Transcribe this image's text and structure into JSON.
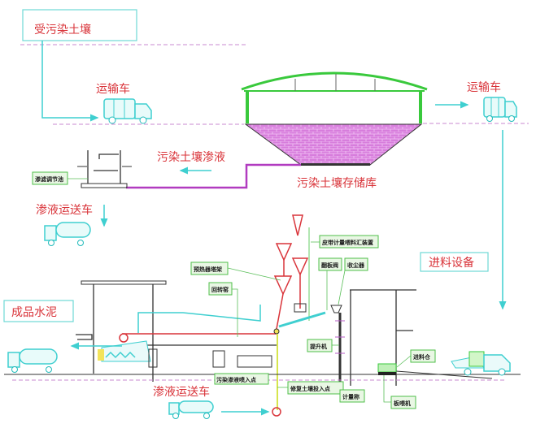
{
  "diagram": {
    "title": "污染土壤水泥窑协同处置工艺流程",
    "labels": {
      "contaminated_soil": "受污染土壤",
      "transport_truck_left": "运输车",
      "transport_truck_right": "运输车",
      "leachate": "污染土壤渗液",
      "storage": "污染土壤存储库",
      "leachate_truck_top": "渗液运送车",
      "leachate_truck_bottom": "渗液运送车",
      "feeding_equipment": "进料设备",
      "finished_cement": "成品水泥"
    },
    "equipment_labels": {
      "leachate_pool": "渗滤调节池",
      "belt_feeder": "皮带计量喂料汇装置",
      "preheater_tower": "预热器塔架",
      "rotary_kiln": "回转窑",
      "flap_valve": "翻板阀",
      "dust_collector": "收尘器",
      "elevator": "提升机",
      "leachate_injection": "污染渗液喷入点",
      "soil_input": "修复土壤投入点",
      "metering_scale": "计量称",
      "feed_bin": "进料仓",
      "plate_feeder": "板喂机"
    },
    "colors": {
      "label_red": "#d9343a",
      "flow_cyan": "#3fcfd0",
      "roof_green": "#39c93c",
      "storage_magenta": "#cc66d4",
      "leader_green": "#4fbf4a"
    }
  }
}
